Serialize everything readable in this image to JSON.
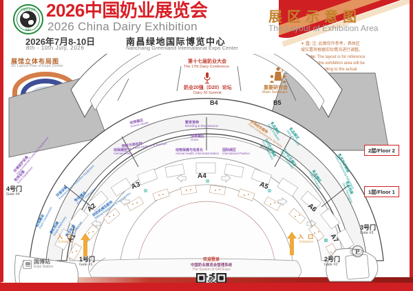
{
  "header": {
    "title_cn": "2026中国奶业展览会",
    "title_en": "2026 China Dairy Exhibition",
    "date_cn": "2026年7月8-10日",
    "date_en": "8th - 10th July, 2026",
    "venue_cn": "南昌绿地国际博览中心",
    "venue_en": "Nanchang Greenland International Expo Center",
    "layout_title_cn": "展区示意图",
    "layout_title_en": "The Layout of Exhibition Area",
    "logo_top": "中国奶业协会",
    "logo_bottom": "DAC",
    "accent_red": "#cf1f22",
    "accent_gold": "#c4822f"
  },
  "note": {
    "cn_line1": "注: 此图仅作参考，具体区",
    "cn_line2": "域位置将根据实际情况进行调整。",
    "en_label": "Note:",
    "en_line1": "The layout is for reference",
    "en_line2": "only, and the exhibition area will be",
    "en_line3": "adjsted according to the actual",
    "en_line4": "situation."
  },
  "inset": {
    "title_cn": "展馆立体布局图",
    "title_en": "3D Layout Plan of Expo Center"
  },
  "conference": {
    "b4_cn_title": "第十七届奶业大会",
    "b4_en_title": "The 17th Dairy Conference",
    "b4_cn_sub": "奶业20强（D20）论坛",
    "b4_en_sub": "Dairy 20 Summit",
    "b4_hall": "B4",
    "b5_cn": "重要研讨会",
    "b5_en": "Main Seminars",
    "b5_hall": "B5"
  },
  "halls": [
    "A1",
    "A2",
    "A3",
    "A4",
    "A5",
    "A6",
    "A7"
  ],
  "floors": [
    {
      "label": "2层/Floor 2"
    },
    {
      "label": "1层/Floor 1"
    }
  ],
  "zones": [
    {
      "cn": "牧场建设",
      "en": "Farm Construction",
      "color": "blue"
    },
    {
      "cn": "青贮机械",
      "en": "Grass Machinery",
      "color": "blue"
    },
    {
      "cn": "粪污处理",
      "en": "Waste Disposal",
      "color": "blue"
    },
    {
      "cn": "环保设备",
      "en": "Environmental Protection Equipment",
      "color": "blue"
    },
    {
      "cn": "牧场建设",
      "en": "Farm Construction",
      "color": "blue"
    },
    {
      "cn": "挤奶机械及配件",
      "en": "Milking Equipment & Accessories",
      "color": "blue"
    },
    {
      "cn": "环境保护设备",
      "en": "Environmental Protection Equipment",
      "color": "purple"
    },
    {
      "cn": "牧场设备",
      "en": "Farm Equipment",
      "color": "purple"
    },
    {
      "cn": "动保展区",
      "en": "Animal Health",
      "color": "purple"
    },
    {
      "cn": "饲料与添加剂",
      "en": "Forage, Feed Additives & Nutrition",
      "color": "purple"
    },
    {
      "cn": "动物保健与信息化",
      "en": "Animal Health, Informationization",
      "color": "purple"
    },
    {
      "cn": "繁育育种",
      "en": "Breeding & Reproduction",
      "color": "purple"
    },
    {
      "cn": "饲草展区",
      "en": "Grass",
      "color": "purple"
    },
    {
      "cn": "动保展区",
      "en": "Animal Health",
      "color": "purple"
    },
    {
      "cn": "国际展区",
      "en": "International Pavilion",
      "color": "purple"
    },
    {
      "cn": "牧场综合服务",
      "en": "Farm Comprehensive Services",
      "color": "orange"
    },
    {
      "cn": "乳品展区",
      "en": "Dairy Products",
      "color": "teal"
    },
    {
      "cn": "D20企业展区",
      "en": "D20 Enterprises",
      "color": "teal"
    },
    {
      "cn": "乳品展区",
      "en": "Dairy Products",
      "color": "teal"
    },
    {
      "cn": "D20企业展区",
      "en": "D20 Enterprises",
      "color": "teal"
    },
    {
      "cn": "乳品加工装备",
      "en": "Dairy Processing Equipment",
      "color": "teal"
    },
    {
      "cn": "乳品包装",
      "en": "Dairy Packaging",
      "color": "teal"
    },
    {
      "cn": "乳品展区",
      "en": "Dairy Products",
      "color": "teal"
    }
  ],
  "qr": {
    "line1": "欢迎登录",
    "line2": "中国奶业展览会管理系统",
    "line3": "The System of DACExpo"
  },
  "gates": [
    {
      "cn": "4号门",
      "en": "Gate #4"
    },
    {
      "cn": "1号门",
      "en": "Gate #1"
    },
    {
      "cn": "2号门",
      "en": "Gate #2"
    },
    {
      "cn": "3号门",
      "en": "Gate #3"
    }
  ],
  "entrances": [
    {
      "cn": "入 口",
      "en": "Entrance"
    },
    {
      "cn": "入 口",
      "en": "Entrance"
    }
  ],
  "station": {
    "cn": "国博站",
    "en": "Expo Station"
  },
  "parking": {
    "symbol": "P"
  }
}
